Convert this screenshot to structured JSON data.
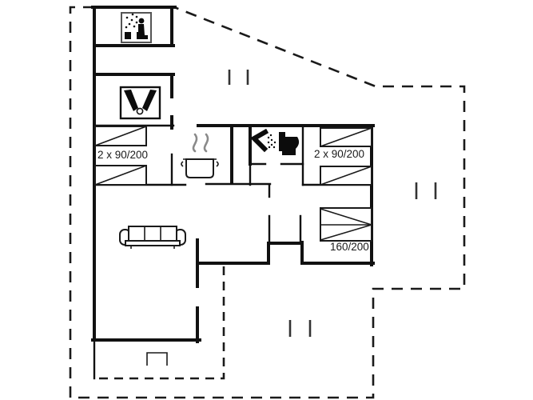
{
  "plan": {
    "type": "holiday-house-floor-plan",
    "labels": {
      "left_bedroom": "2 x 90/200",
      "right_bedroom": "2 x 90/200",
      "double_bedroom": "160/200"
    },
    "icons": {
      "top_left_room": "sauna-spa-icon",
      "second_left_room": "utility-icon",
      "kitchen": "cooking-pot-icon",
      "bathroom_shower": "shower-icon",
      "bathroom_toilet": "toilet-icon",
      "living_room": "sofa-icon",
      "bedrooms": "single-bed-icon / double-bed-icon",
      "terrace_markers": "boundary-tick-icon"
    },
    "colors": {
      "wall": "#111111",
      "background": "#ffffff",
      "steam": "#8a8a8a",
      "label_text": "#1a1a1a"
    }
  }
}
